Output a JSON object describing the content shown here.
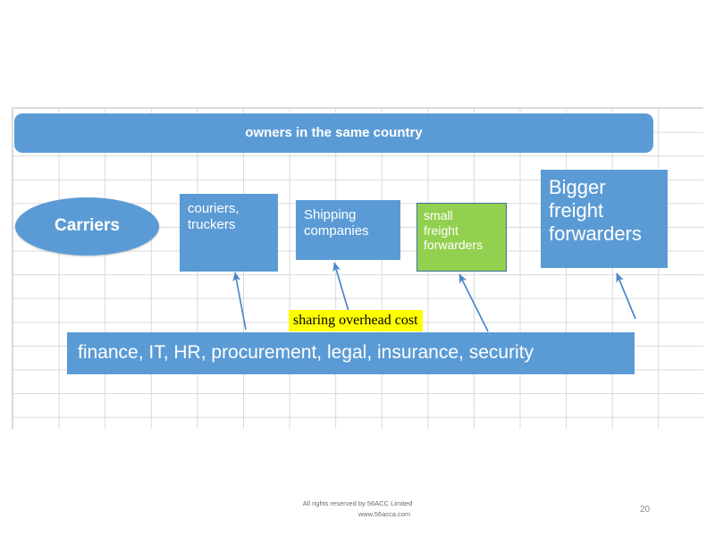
{
  "slide": {
    "page_number": "20",
    "background_color": "#ffffff"
  },
  "colors": {
    "shape_blue": "#5b9bd5",
    "shape_green": "#92d050",
    "highlight_yellow": "#ffff00",
    "grid_line": "#d9d9d9",
    "arrow_blue": "#4a86c8",
    "shape_text": "#ffffff",
    "footer_text": "#6b6b6b"
  },
  "grid": {
    "name": "spreadsheet-grid",
    "columns": 15,
    "rows": 13
  },
  "shapes": {
    "owners_bar": {
      "label": "owners in the same country",
      "shape": "rounded-rectangle",
      "fill": "#5b9bd5"
    },
    "carriers": {
      "label": "Carriers",
      "shape": "ellipse",
      "fill": "#5b9bd5"
    },
    "couriers": {
      "label": "couriers, truckers",
      "line1": "couriers,",
      "line2": "truckers",
      "shape": "rectangle",
      "fill": "#5b9bd5"
    },
    "shipping": {
      "label": "Shipping companies",
      "line1": "Shipping",
      "line2": "companies",
      "shape": "rectangle",
      "fill": "#5b9bd5"
    },
    "small_freight_forwarders": {
      "label": "small freight forwarders",
      "line1": "small",
      "line2": "freight",
      "line3": "forwarders",
      "shape": "rectangle",
      "fill": "#92d050"
    },
    "bigger_freight_forwarders": {
      "label": "Bigger freight forwarders",
      "line1": "Bigger",
      "line2": "freight",
      "line3": "forwarders",
      "shape": "rectangle",
      "fill": "#5b9bd5"
    },
    "shared_services_bar": {
      "label": "finance,  IT, HR, procurement, legal,   insurance, security",
      "shape": "rectangle",
      "fill": "#5b9bd5"
    },
    "sharing_overhead_label": {
      "label": "sharing  overhead cost",
      "highlight": "#ffff00"
    }
  },
  "arrows": [
    {
      "name": "arrow-to-couriers",
      "from": "shared-services-bar",
      "to": "couriers-box"
    },
    {
      "name": "arrow-to-shipping",
      "from": "sharing-overhead-label",
      "to": "shipping-box"
    },
    {
      "name": "arrow-to-small-ff",
      "from": "shared-services-bar",
      "to": "small-freight-forwarders-box"
    },
    {
      "name": "arrow-to-bigger-ff",
      "from": "shared-services-bar",
      "to": "bigger-freight-forwarders-box"
    }
  ],
  "footer": {
    "line1": "All rights reserved by 56ACC Limited",
    "line2": "www.56acca.com"
  }
}
